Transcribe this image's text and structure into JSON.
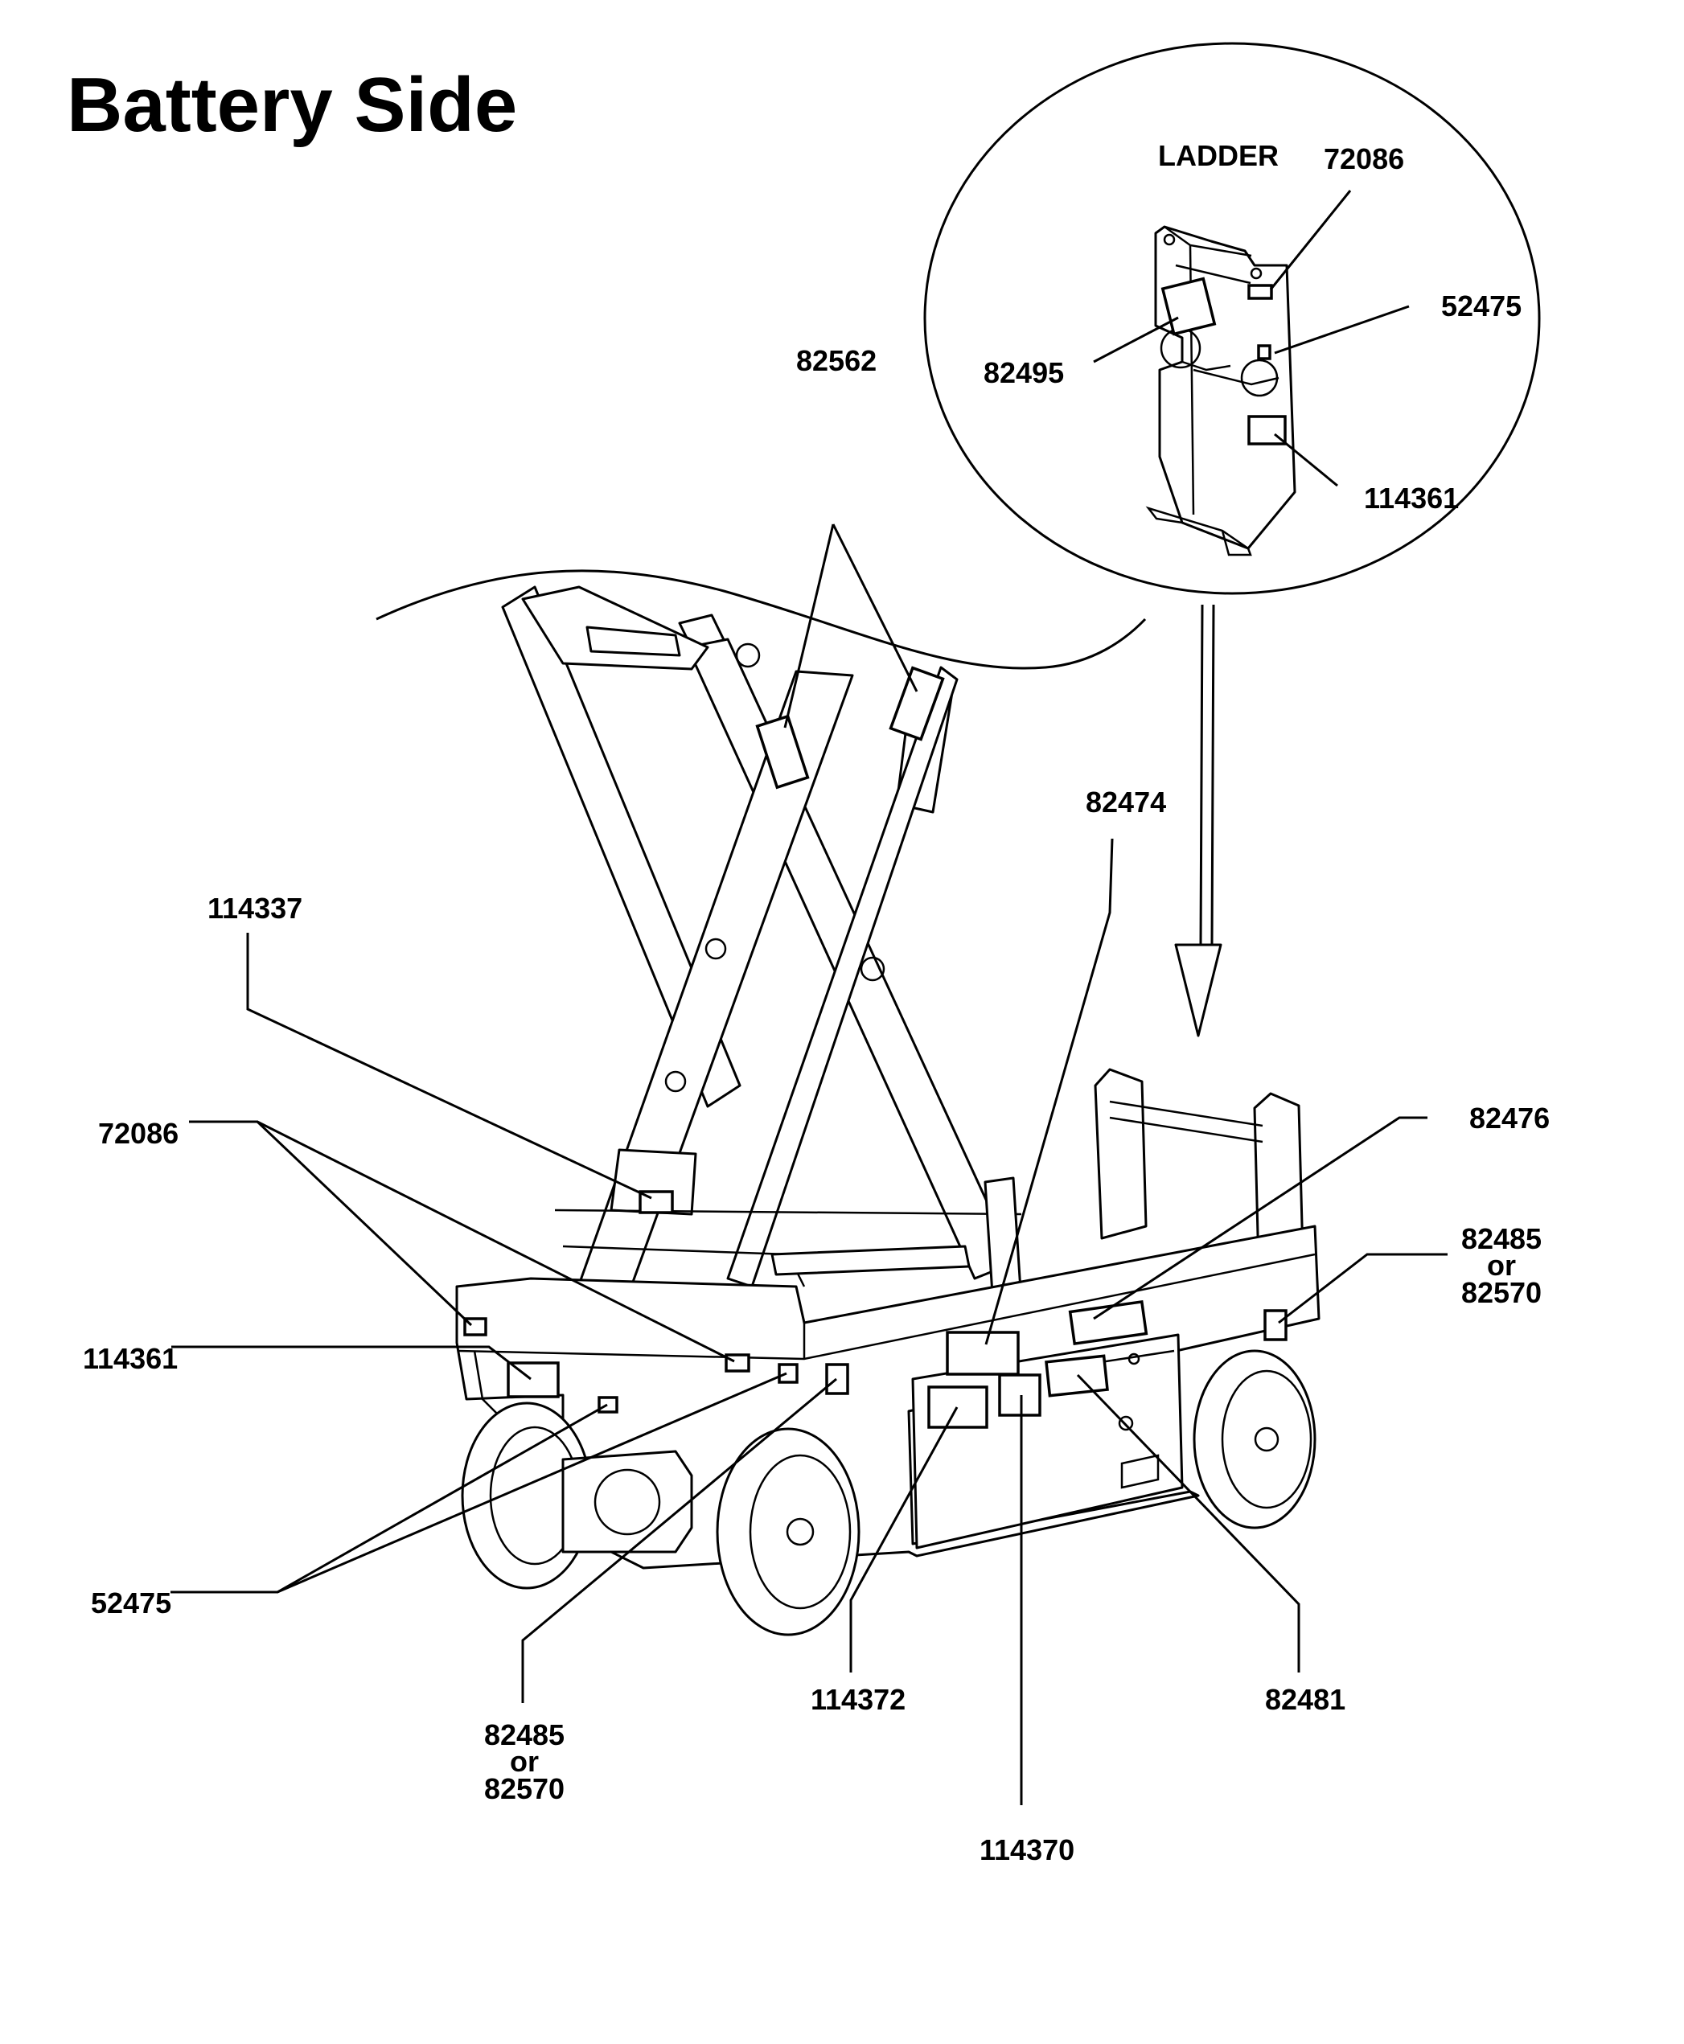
{
  "title": "Battery Side",
  "inset": {
    "heading": "LADDER",
    "labels": {
      "a": "72086",
      "b": "52475",
      "c": "82495",
      "d": "114361"
    }
  },
  "labels": {
    "l82562": "82562",
    "l82474": "82474",
    "l114337": "114337",
    "l72086": "72086",
    "l82476": "82476",
    "l82485_right": [
      "82485",
      "or",
      "82570"
    ],
    "l114361": "114361",
    "l52475": "52475",
    "l82485_bottom": [
      "82485",
      "or",
      "82570"
    ],
    "l114372": "114372",
    "l82481": "82481",
    "l114370": "114370"
  }
}
